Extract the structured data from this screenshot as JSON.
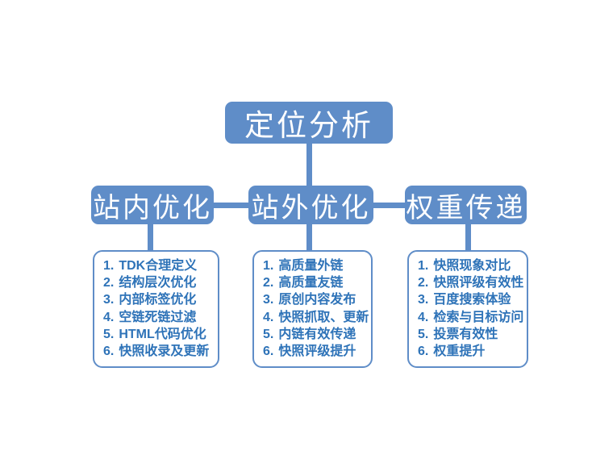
{
  "colors": {
    "background": "#ffffff",
    "box_fill": "#5f8dc8",
    "box_text": "#ffffff",
    "connector": "#5f8dc8",
    "list_border": "#5f8dc8",
    "list_text": "#2e73b8"
  },
  "diagram": {
    "root": {
      "label": "定位分析"
    },
    "branches": [
      {
        "header": "站内优化",
        "items": [
          {
            "num": "1.",
            "label": "TDK合理定义"
          },
          {
            "num": "2.",
            "label": "结构层次优化"
          },
          {
            "num": "3.",
            "label": "内部标签优化"
          },
          {
            "num": "4.",
            "label": "空链死链过滤"
          },
          {
            "num": "5.",
            "label": "HTML代码优化"
          },
          {
            "num": "6.",
            "label": "快照收录及更新"
          }
        ]
      },
      {
        "header": "站外优化",
        "items": [
          {
            "num": "1.",
            "label": "高质量外链"
          },
          {
            "num": "2.",
            "label": "高质量友链"
          },
          {
            "num": "3.",
            "label": "原创内容发布"
          },
          {
            "num": "4.",
            "label": "快照抓取、更新"
          },
          {
            "num": "5.",
            "label": "内链有效传递"
          },
          {
            "num": "6.",
            "label": "快照评级提升"
          }
        ]
      },
      {
        "header": "权重传递",
        "items": [
          {
            "num": "1.",
            "label": "快照现象对比"
          },
          {
            "num": "2.",
            "label": "快照评级有效性"
          },
          {
            "num": "3.",
            "label": "百度搜索体验"
          },
          {
            "num": "4.",
            "label": "检索与目标访问"
          },
          {
            "num": "5.",
            "label": "投票有效性"
          },
          {
            "num": "6.",
            "label": "权重提升"
          }
        ]
      }
    ]
  }
}
